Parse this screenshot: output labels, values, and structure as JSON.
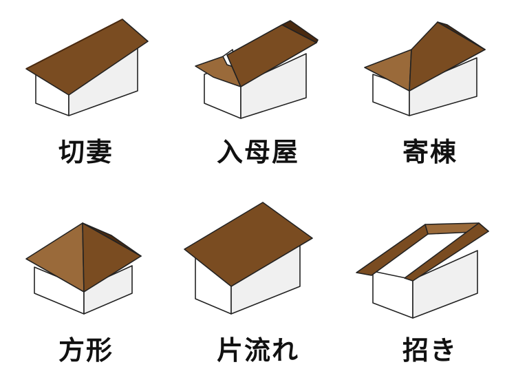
{
  "roof_types": [
    {
      "id": "kirizuma",
      "label": "切妻"
    },
    {
      "id": "irimoya",
      "label": "入母屋"
    },
    {
      "id": "yosemune",
      "label": "寄棟"
    },
    {
      "id": "hougyou",
      "label": "方形"
    },
    {
      "id": "katanagare",
      "label": "片流れ"
    },
    {
      "id": "shikoro",
      "label": "招き"
    }
  ],
  "colors": {
    "roof_main": "#7a4c21",
    "roof_light": "#9a6a3a",
    "roof_dark": "#4a2a10",
    "wall_front": "#ffffff",
    "wall_side": "#f0f0f0",
    "outline": "#222222"
  }
}
